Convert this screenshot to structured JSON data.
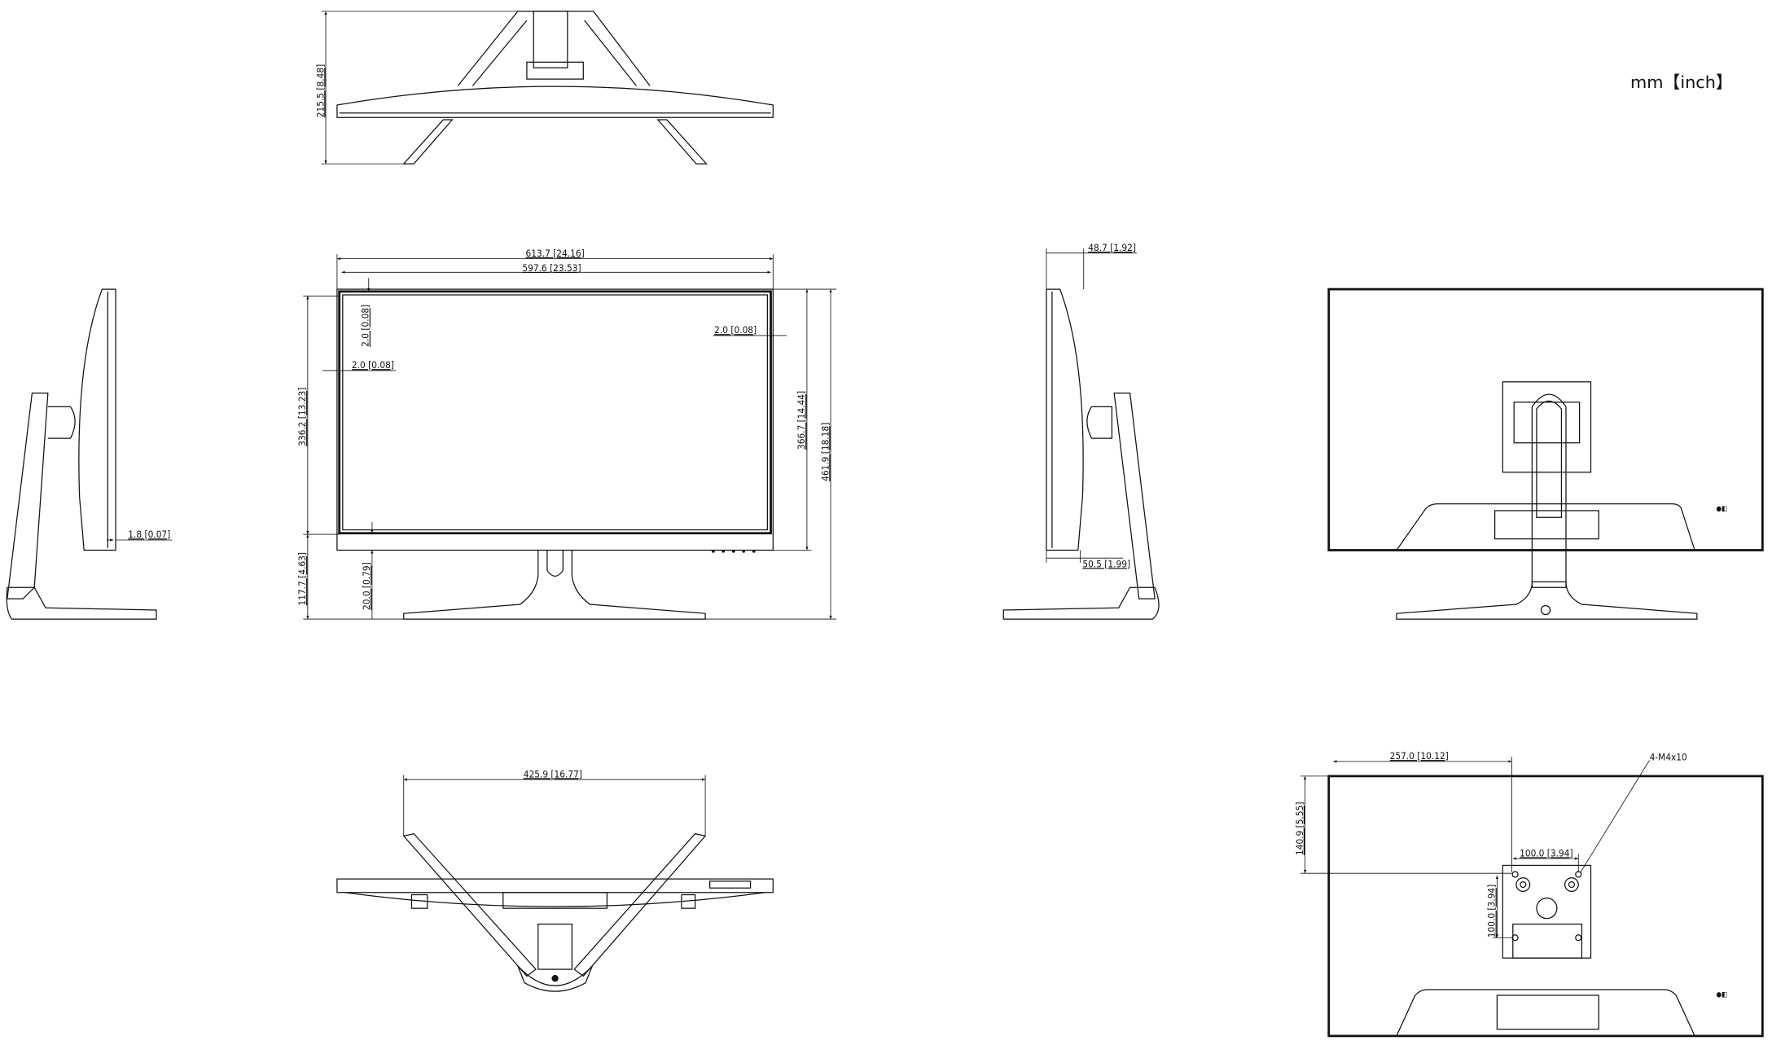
{
  "units_label": "mm【inch】",
  "top_view": {
    "depth": "215.5 [8.48]"
  },
  "front_view": {
    "overall_width": "613.7 [24.16]",
    "active_width": "597.6 [23.53]",
    "bezel_top": "2.0 [0.08]",
    "bezel_right": "2.0 [0.08]",
    "bezel_left": "2.0 [0.08]",
    "active_height": "336.2 [13.23]",
    "panel_height": "366.7 [14.44]",
    "overall_height": "461.9 [18.18]",
    "screen_bottom_to_base": "117.7 [4.63]",
    "bottom_clearance": "20.0 [0.79]"
  },
  "left_side_view": {
    "bezel_thickness": "1.8 [0.07]"
  },
  "right_side_view": {
    "top_thickness": "48.7 [1.92]",
    "bottom_thickness": "50.5 [1.99]"
  },
  "bottom_view": {
    "stand_width": "425.9 [16.77]"
  },
  "vesa_view": {
    "offset_x": "257.0 [10.12]",
    "offset_y": "140.9 [5.55]",
    "hole_spacing_x": "100.0 [3.94]",
    "hole_spacing_y": "100.0 [3.94]",
    "screw_spec": "4-M4x10"
  }
}
